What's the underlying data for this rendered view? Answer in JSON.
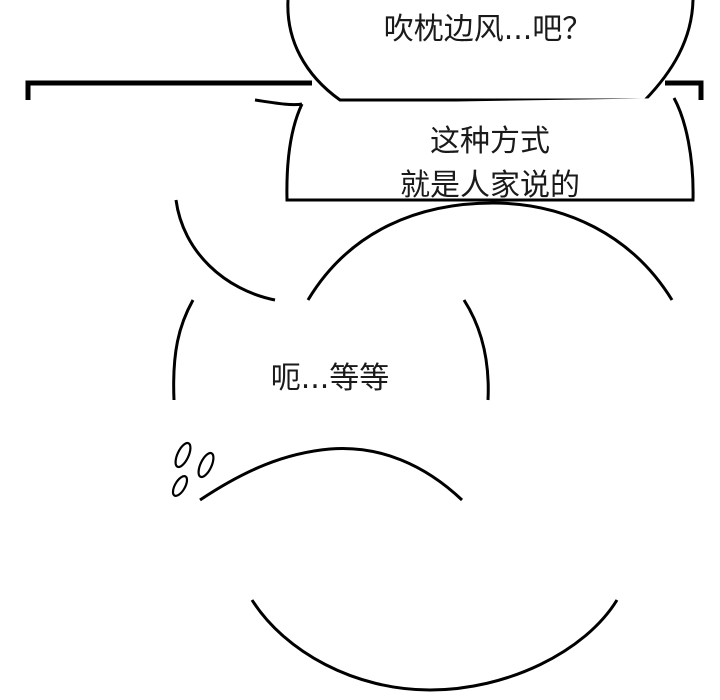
{
  "bubbles": [
    {
      "lines": [
        "吹枕边风...吧？"
      ]
    },
    {
      "lines": [
        "这种方式",
        "就是人家说的"
      ]
    },
    {
      "lines": [
        "呃...等等"
      ]
    }
  ],
  "colors": {
    "ink": "#000000",
    "paper": "#ffffff"
  }
}
